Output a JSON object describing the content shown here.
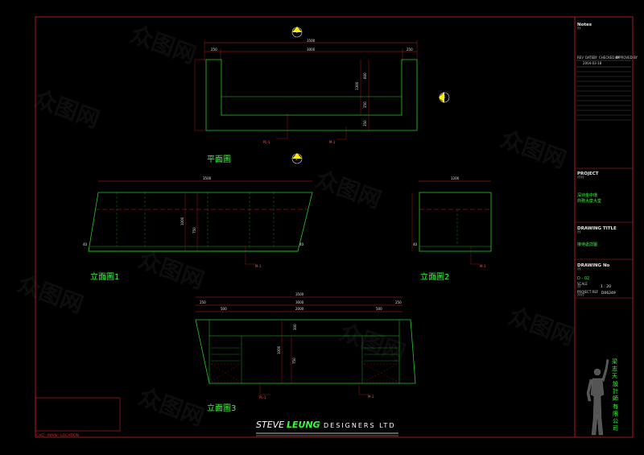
{
  "title_block": {
    "notes_label": "Notes",
    "notes_sub": "??",
    "rev_headers": [
      "REV",
      "DATE",
      "BY",
      "CHECKED BY",
      "APPROVED BY"
    ],
    "rev_row": "2004-03-18",
    "project_label": "PROJECT",
    "project_sub": "????",
    "project_name_1": "深圳金中環",
    "project_name_2": "商務大廈大堂",
    "drawing_title_label": "DRAWING TITLE",
    "drawing_title_sub": "??",
    "drawing_title": "接待處詳圖",
    "drawing_no_label": "DRAWING No",
    "drawing_no_sub": "??",
    "drawing_no": "D - 02",
    "scale_label": "SCALE",
    "scale_sub": "??",
    "scale_value": "1 : 20",
    "project_ref_label": "PROJECT REF",
    "project_ref_sub": "????",
    "project_ref_value": "D06249"
  },
  "views": {
    "plan_label": "平面圖",
    "elev1_label": "立面圖1",
    "elev2_label": "立面圖2",
    "elev3_label": "立面圖3"
  },
  "dimensions": {
    "plan_total": "3500",
    "plan_left": "250",
    "plan_mid": "3000",
    "plan_right": "250",
    "plan_v1": "600",
    "plan_v2": "1300",
    "plan_v3": "350",
    "plan_v4": "350",
    "e1_total": "3500",
    "e1_h1": "1000",
    "e1_h2": "750",
    "e1_h3": "40",
    "e1_h4": "40",
    "e2_total": "1200",
    "e2_h": "40",
    "e3_total": "3500",
    "e3_l": "250",
    "e3_mid": "3000",
    "e3_r": "250",
    "e3_sub_l": "500",
    "e3_sub_mid": "2000",
    "e3_sub_r": "500",
    "e3_v1": "300",
    "e3_v2": "1000",
    "e3_v3": "750"
  },
  "tags": {
    "plan_tag1": "PL-1",
    "plan_tag2": "M-1",
    "e1_tag": "M-1",
    "e2_tag": "M-1",
    "e3_tag1": "PL-1",
    "e3_tag2": "M-1"
  },
  "markers": {
    "top_marker": "1",
    "right_marker": "2",
    "mid_marker": "3"
  },
  "footer": {
    "location_text": "CAD - MAIN - LOCATION",
    "brand_steve": "STEVE",
    "brand_leung": "LEUNG",
    "brand_designers": "DESIGNERS LTD",
    "vertical_chars": [
      "梁",
      "志",
      "天",
      "設",
      "計",
      "師",
      "有",
      "限",
      "公",
      "司"
    ]
  },
  "watermark": "众图网"
}
